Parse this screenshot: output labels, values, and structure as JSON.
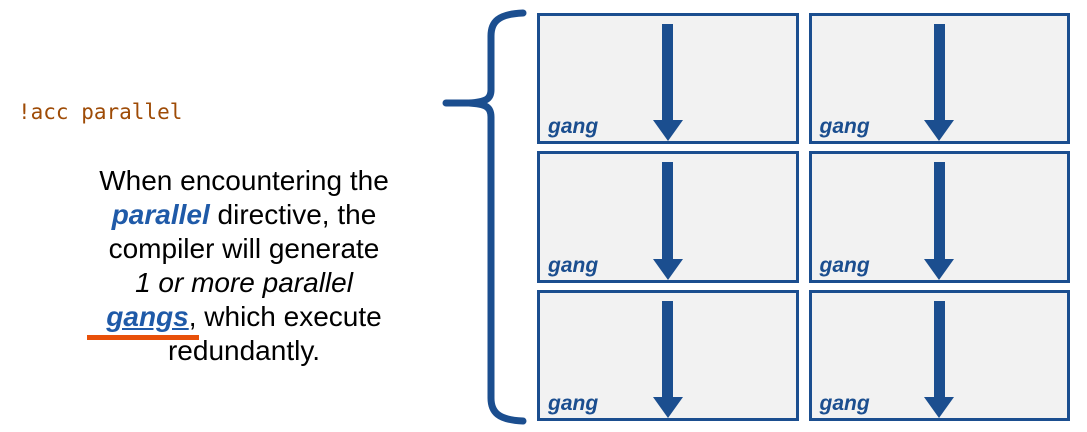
{
  "colors": {
    "diagram_blue": "#1B4E8F",
    "link_blue": "#1F5AA8",
    "underline_orange": "#E8500A",
    "code_brown": "#9E4B06",
    "box_background": "#F2F2F2",
    "background": "#FFFFFF"
  },
  "directive": {
    "code": "!acc parallel"
  },
  "paragraph": {
    "line1": "When encountering the",
    "line2_keyword": "parallel",
    "line2_rest": " directive, the",
    "line3": "compiler will generate",
    "line4": "1 or more parallel",
    "line5_keyword": "gangs",
    "line5_rest": ", which execute",
    "line6": "redundantly."
  },
  "grid": {
    "rows": 3,
    "cols": 2,
    "boxes": [
      {
        "label": "gang"
      },
      {
        "label": "gang"
      },
      {
        "label": "gang"
      },
      {
        "label": "gang"
      },
      {
        "label": "gang"
      },
      {
        "label": "gang"
      }
    ]
  }
}
